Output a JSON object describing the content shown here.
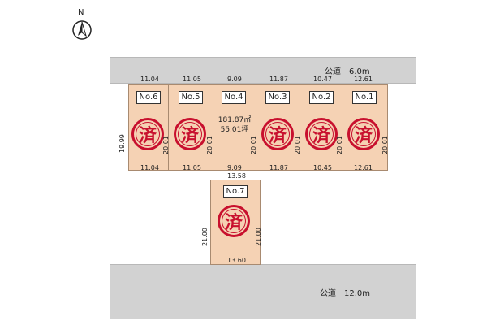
{
  "compass": {
    "label": "N",
    "icon": "north-arrow-icon"
  },
  "roads": {
    "north": {
      "label": "公道　6.0m"
    },
    "south": {
      "label": "公道　12.0m"
    }
  },
  "stamp_text": "済",
  "lots": [
    {
      "id": "no6",
      "label": "No.6",
      "top_width": "11.04",
      "bottom_width": "11.04",
      "depth": "20.01",
      "left_depth": "19.99",
      "sold": true
    },
    {
      "id": "no5",
      "label": "No.5",
      "top_width": "11.05",
      "bottom_width": "11.05",
      "depth": "20.01",
      "sold": true
    },
    {
      "id": "no4",
      "label": "No.4",
      "top_width": "9.09",
      "bottom_width": "9.09",
      "depth": "20.01",
      "area_m2": "181.87㎡",
      "area_tsubo": "55.01坪",
      "sold": false
    },
    {
      "id": "no3",
      "label": "No.3",
      "top_width": "11.87",
      "bottom_width": "11.87",
      "depth": "20.01",
      "sold": true
    },
    {
      "id": "no2",
      "label": "No.2",
      "top_width": "10.47",
      "bottom_width": "10.45",
      "depth": "20.01",
      "sold": true
    },
    {
      "id": "no1",
      "label": "No.1",
      "top_width": "12.61",
      "bottom_width": "12.61",
      "depth": "20.01",
      "sold": true
    },
    {
      "id": "no7",
      "label": "No.7",
      "top_width": "13.58",
      "bottom_width": "13.60",
      "depth": "21.00",
      "left_depth": "21.00",
      "sold": true
    }
  ],
  "colors": {
    "lot_fill": "#f5d2b4",
    "road_fill": "#d2d2d2",
    "stamp": "#c8102e"
  }
}
